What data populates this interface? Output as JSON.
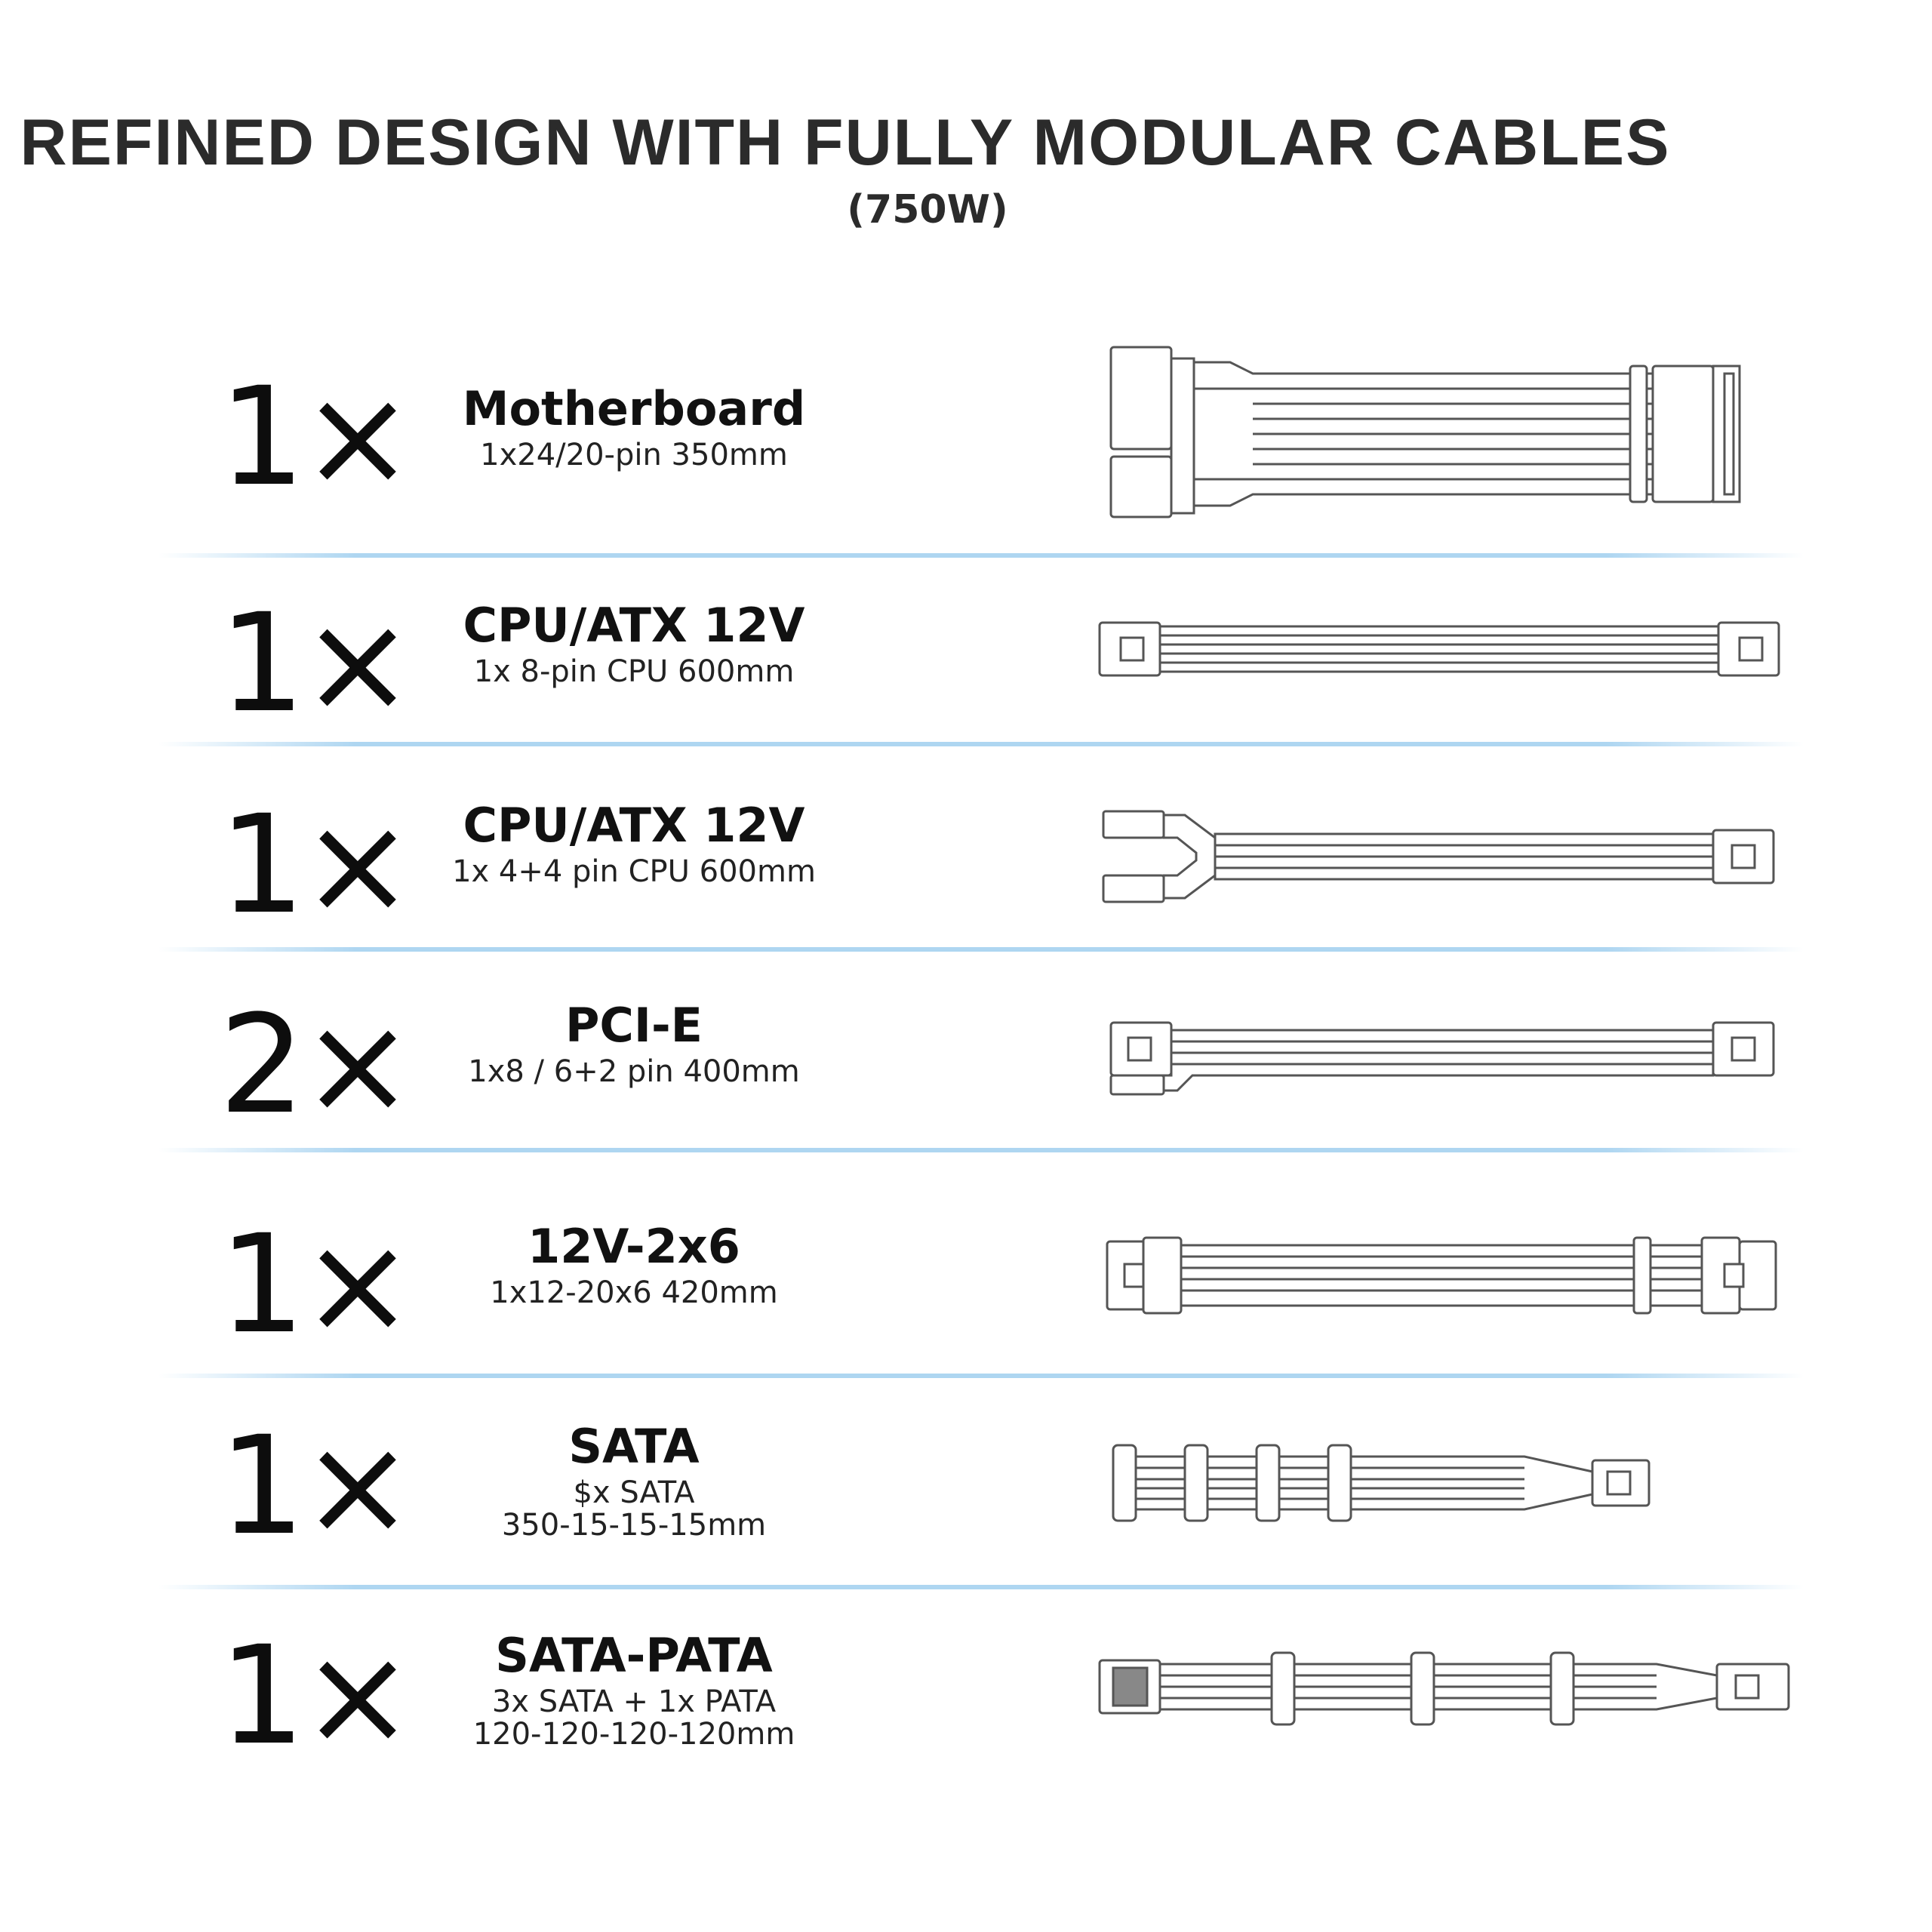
{
  "title": "REFINED DESIGN WITH FULLY MODULAR CABLES",
  "subtitle": "(750W)",
  "rows": [
    {
      "qty": "1×",
      "name": "Motherboard",
      "spec": [
        "1x24/20-pin  350mm"
      ],
      "icon": "motherboard-cable-icon"
    },
    {
      "qty": "1×",
      "name": "CPU/ATX 12V",
      "spec": [
        "1x 8-pin CPU  600mm"
      ],
      "icon": "cpu-8pin-cable-icon"
    },
    {
      "qty": "1×",
      "name": "CPU/ATX 12V",
      "spec": [
        "1x 4+4 pin CPU  600mm"
      ],
      "icon": "cpu-4plus4-cable-icon"
    },
    {
      "qty": "2×",
      "name": "PCI-E",
      "spec": [
        "1x8 / 6+2 pin 400mm"
      ],
      "icon": "pcie-cable-icon"
    },
    {
      "qty": "1×",
      "name": "12V-2x6",
      "spec": [
        "1x12-20x6  420mm"
      ],
      "icon": "12v-2x6-cable-icon"
    },
    {
      "qty": "1×",
      "name": "SATA",
      "spec": [
        "$x SATA",
        "350-15-15-15mm"
      ],
      "icon": "sata-cable-icon"
    },
    {
      "qty": "1×",
      "name": "SATA-PATA",
      "spec": [
        "3x SATA + 1x PATA",
        "120-120-120-120mm"
      ],
      "icon": "sata-pata-cable-icon"
    }
  ],
  "colors": {
    "divider": "#aed6f1",
    "text": "#1a1a1a"
  }
}
